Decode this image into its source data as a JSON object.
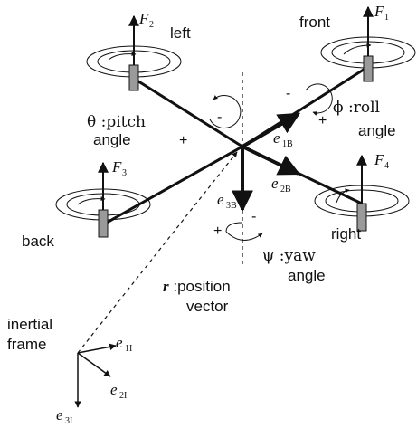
{
  "rotors": {
    "front": {
      "label": "front",
      "force": "F",
      "force_sub": "1"
    },
    "left": {
      "label": "left",
      "force": "F",
      "force_sub": "2"
    },
    "back": {
      "label": "back",
      "force": "F",
      "force_sub": "3"
    },
    "right": {
      "label": "right",
      "force": "F",
      "force_sub": "4"
    }
  },
  "body_axes": {
    "e1B": {
      "base": "e",
      "sub": "1B"
    },
    "e2B": {
      "base": "e",
      "sub": "2B"
    },
    "e3B": {
      "base": "e",
      "sub": "3B"
    }
  },
  "angles": {
    "pitch": {
      "line1": "θ :pitch",
      "line2": "angle",
      "plus": "+",
      "minus": "-"
    },
    "roll": {
      "line1": "ϕ :roll",
      "line2": "angle",
      "plus": "+",
      "minus": "-"
    },
    "yaw": {
      "line1": "ψ :yaw",
      "line2": "angle",
      "plus": "+",
      "minus": "-"
    }
  },
  "position_vector": {
    "symbol": "r",
    "line1": " :position",
    "line2": "vector"
  },
  "inertial_frame": {
    "line1": "inertial",
    "line2": "frame",
    "e1I": {
      "base": "e",
      "sub": "1I"
    },
    "e2I": {
      "base": "e",
      "sub": "2I"
    },
    "e3I": {
      "base": "e",
      "sub": "3I"
    }
  }
}
